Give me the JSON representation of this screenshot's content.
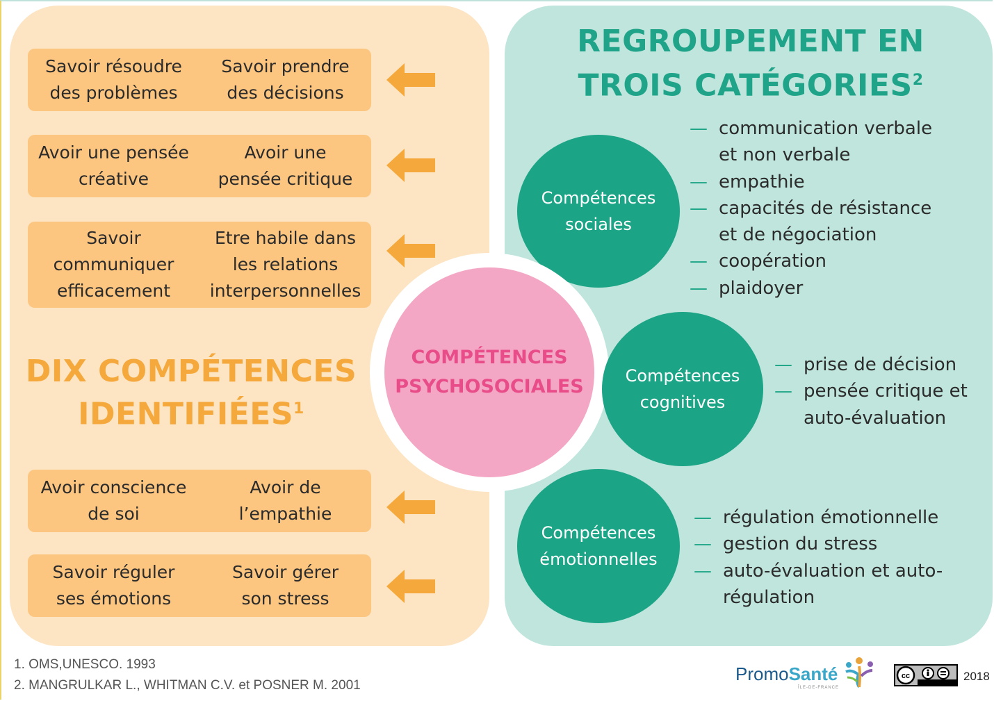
{
  "left": {
    "boxes": [
      {
        "a": "Savoir résoudre\ndes problèmes",
        "b": "Savoir prendre\ndes décisions"
      },
      {
        "a": "Avoir une pensée\ncréative",
        "b": "Avoir une\npensée critique"
      },
      {
        "a": "Savoir\ncommuniquer\nefficacement",
        "b": "Etre habile dans\nles relations\ninterpersonnelles"
      },
      {
        "a": "Avoir conscience\nde soi",
        "b": "Avoir de\nl’empathie"
      },
      {
        "a": "Savoir réguler\nses émotions",
        "b": "Savoir gérer\nson stress"
      }
    ],
    "title_line1": "DIX COMPÉTENCES",
    "title_line2": "IDENTIFIÉES",
    "title_sup": "1"
  },
  "center": {
    "label": "COMPÉTENCES\nPSYCHOSOCIALES"
  },
  "right": {
    "title_line1": "REGROUPEMENT EN",
    "title_line2": "TROIS CATÉGORIES",
    "title_sup": "2",
    "categories": [
      {
        "name": "Compétences\nsociales",
        "items": [
          {
            "text": "communication verbale",
            "dash": true
          },
          {
            "text": "et non verbale",
            "dash": false
          },
          {
            "text": "empathie",
            "dash": true
          },
          {
            "text": "capacités de résistance",
            "dash": true
          },
          {
            "text": "et de négociation",
            "dash": false
          },
          {
            "text": "coopération",
            "dash": true
          },
          {
            "text": "plaidoyer",
            "dash": true
          }
        ]
      },
      {
        "name": "Compétences\ncognitives",
        "items": [
          {
            "text": "prise de décision",
            "dash": true
          },
          {
            "text": "pensée critique et",
            "dash": true
          },
          {
            "text": "auto-évaluation",
            "dash": false
          }
        ]
      },
      {
        "name": "Compétences\némotionnelles",
        "items": [
          {
            "text": "régulation émotionnelle",
            "dash": true
          },
          {
            "text": "gestion du stress",
            "dash": true
          },
          {
            "text": "auto-évaluation et auto-",
            "dash": true
          },
          {
            "text": "régulation",
            "dash": false
          }
        ]
      }
    ]
  },
  "footer": {
    "ref1": "1. OMS,UNESCO. 1993",
    "ref2": "2. MANGRULKAR L., WHITMAN C.V. et POSNER M. 2001",
    "logo_promo": "Promo",
    "logo_sante": "Santé",
    "logo_sub": "ÎLE-DE-FRANCE",
    "year": "2018"
  },
  "colors": {
    "left_panel": "#fde4c2",
    "box": "#fcc680",
    "arrow": "#f5a93c",
    "right_panel": "#bfe5dc",
    "category_circle": "#1ca486",
    "center_circle": "#f3a7c4",
    "center_text": "#e84d8a"
  }
}
